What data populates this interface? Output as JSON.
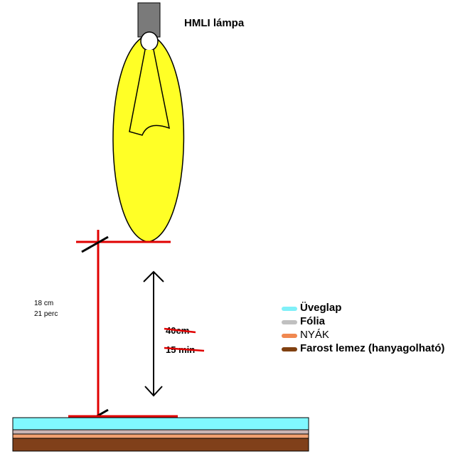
{
  "lamp_label": "HMLI lámpa",
  "notes": {
    "distance": "18 cm",
    "time": "21 perc"
  },
  "struck_text": {
    "distance": "40cm",
    "time": "15 min"
  },
  "legend": [
    {
      "label": "Üveglap",
      "color": "#80f0f8"
    },
    {
      "label": "Fólia",
      "color": "#c0c0c0"
    },
    {
      "label": "NYÁK",
      "color": "#f08850"
    },
    {
      "label": "Farost lemez (hanyagolható)",
      "color": "#804010"
    }
  ],
  "colors": {
    "lamp_fill": "#ffff26",
    "socket": "#7a7a7a",
    "measure_line": "#e00000",
    "glass": "#80f8ff",
    "foil": "#c9b5b5",
    "pcb": "#f0a070",
    "board": "#80401a"
  }
}
